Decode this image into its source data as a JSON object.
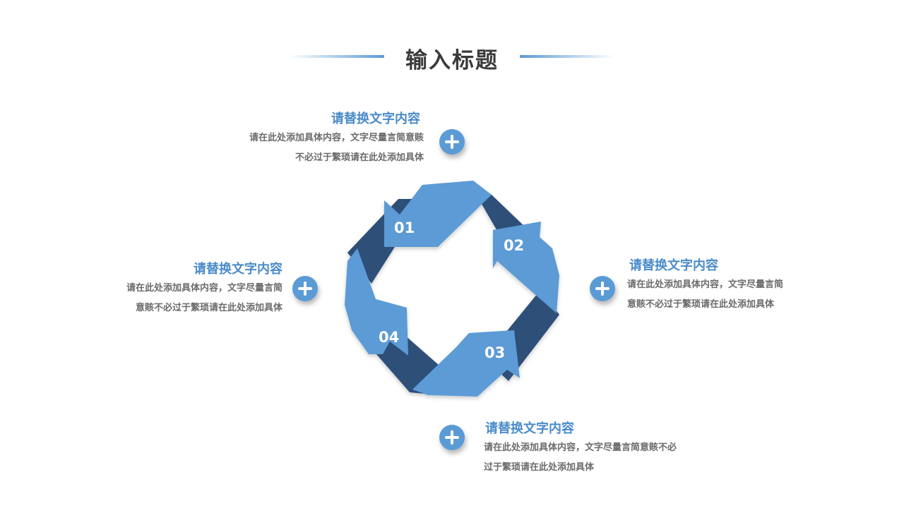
{
  "title": "输入标题",
  "colors": {
    "light_blue": "#5b9bd5",
    "dark_blue": "#2e4f78",
    "heading_blue": "#4a8bc9",
    "body_gray": "#6b6b6b"
  },
  "cycle": {
    "steps": [
      "01",
      "02",
      "03",
      "04"
    ]
  },
  "blocks": [
    {
      "heading": "请替换文字内容",
      "lines": [
        "请在此处添加具体内容，文字尽量言简意赅",
        "不必过于繁琐请在此处添加具体"
      ]
    },
    {
      "heading": "请替换文字内容",
      "lines": [
        "请在此处添加具体内容，文字尽量言简",
        "意赅不必过于繁琐请在此处添加具体"
      ]
    },
    {
      "heading": "请替换文字内容",
      "lines": [
        "请在此处添加具体内容，文字尽量言简",
        "意赅不必过于繁琐请在此处添加具体"
      ]
    },
    {
      "heading": "请替换文字内容",
      "lines": [
        "请在此处添加具体内容，文字尽量言简意赅不必",
        "过于繁琐请在此处添加具体"
      ]
    }
  ]
}
